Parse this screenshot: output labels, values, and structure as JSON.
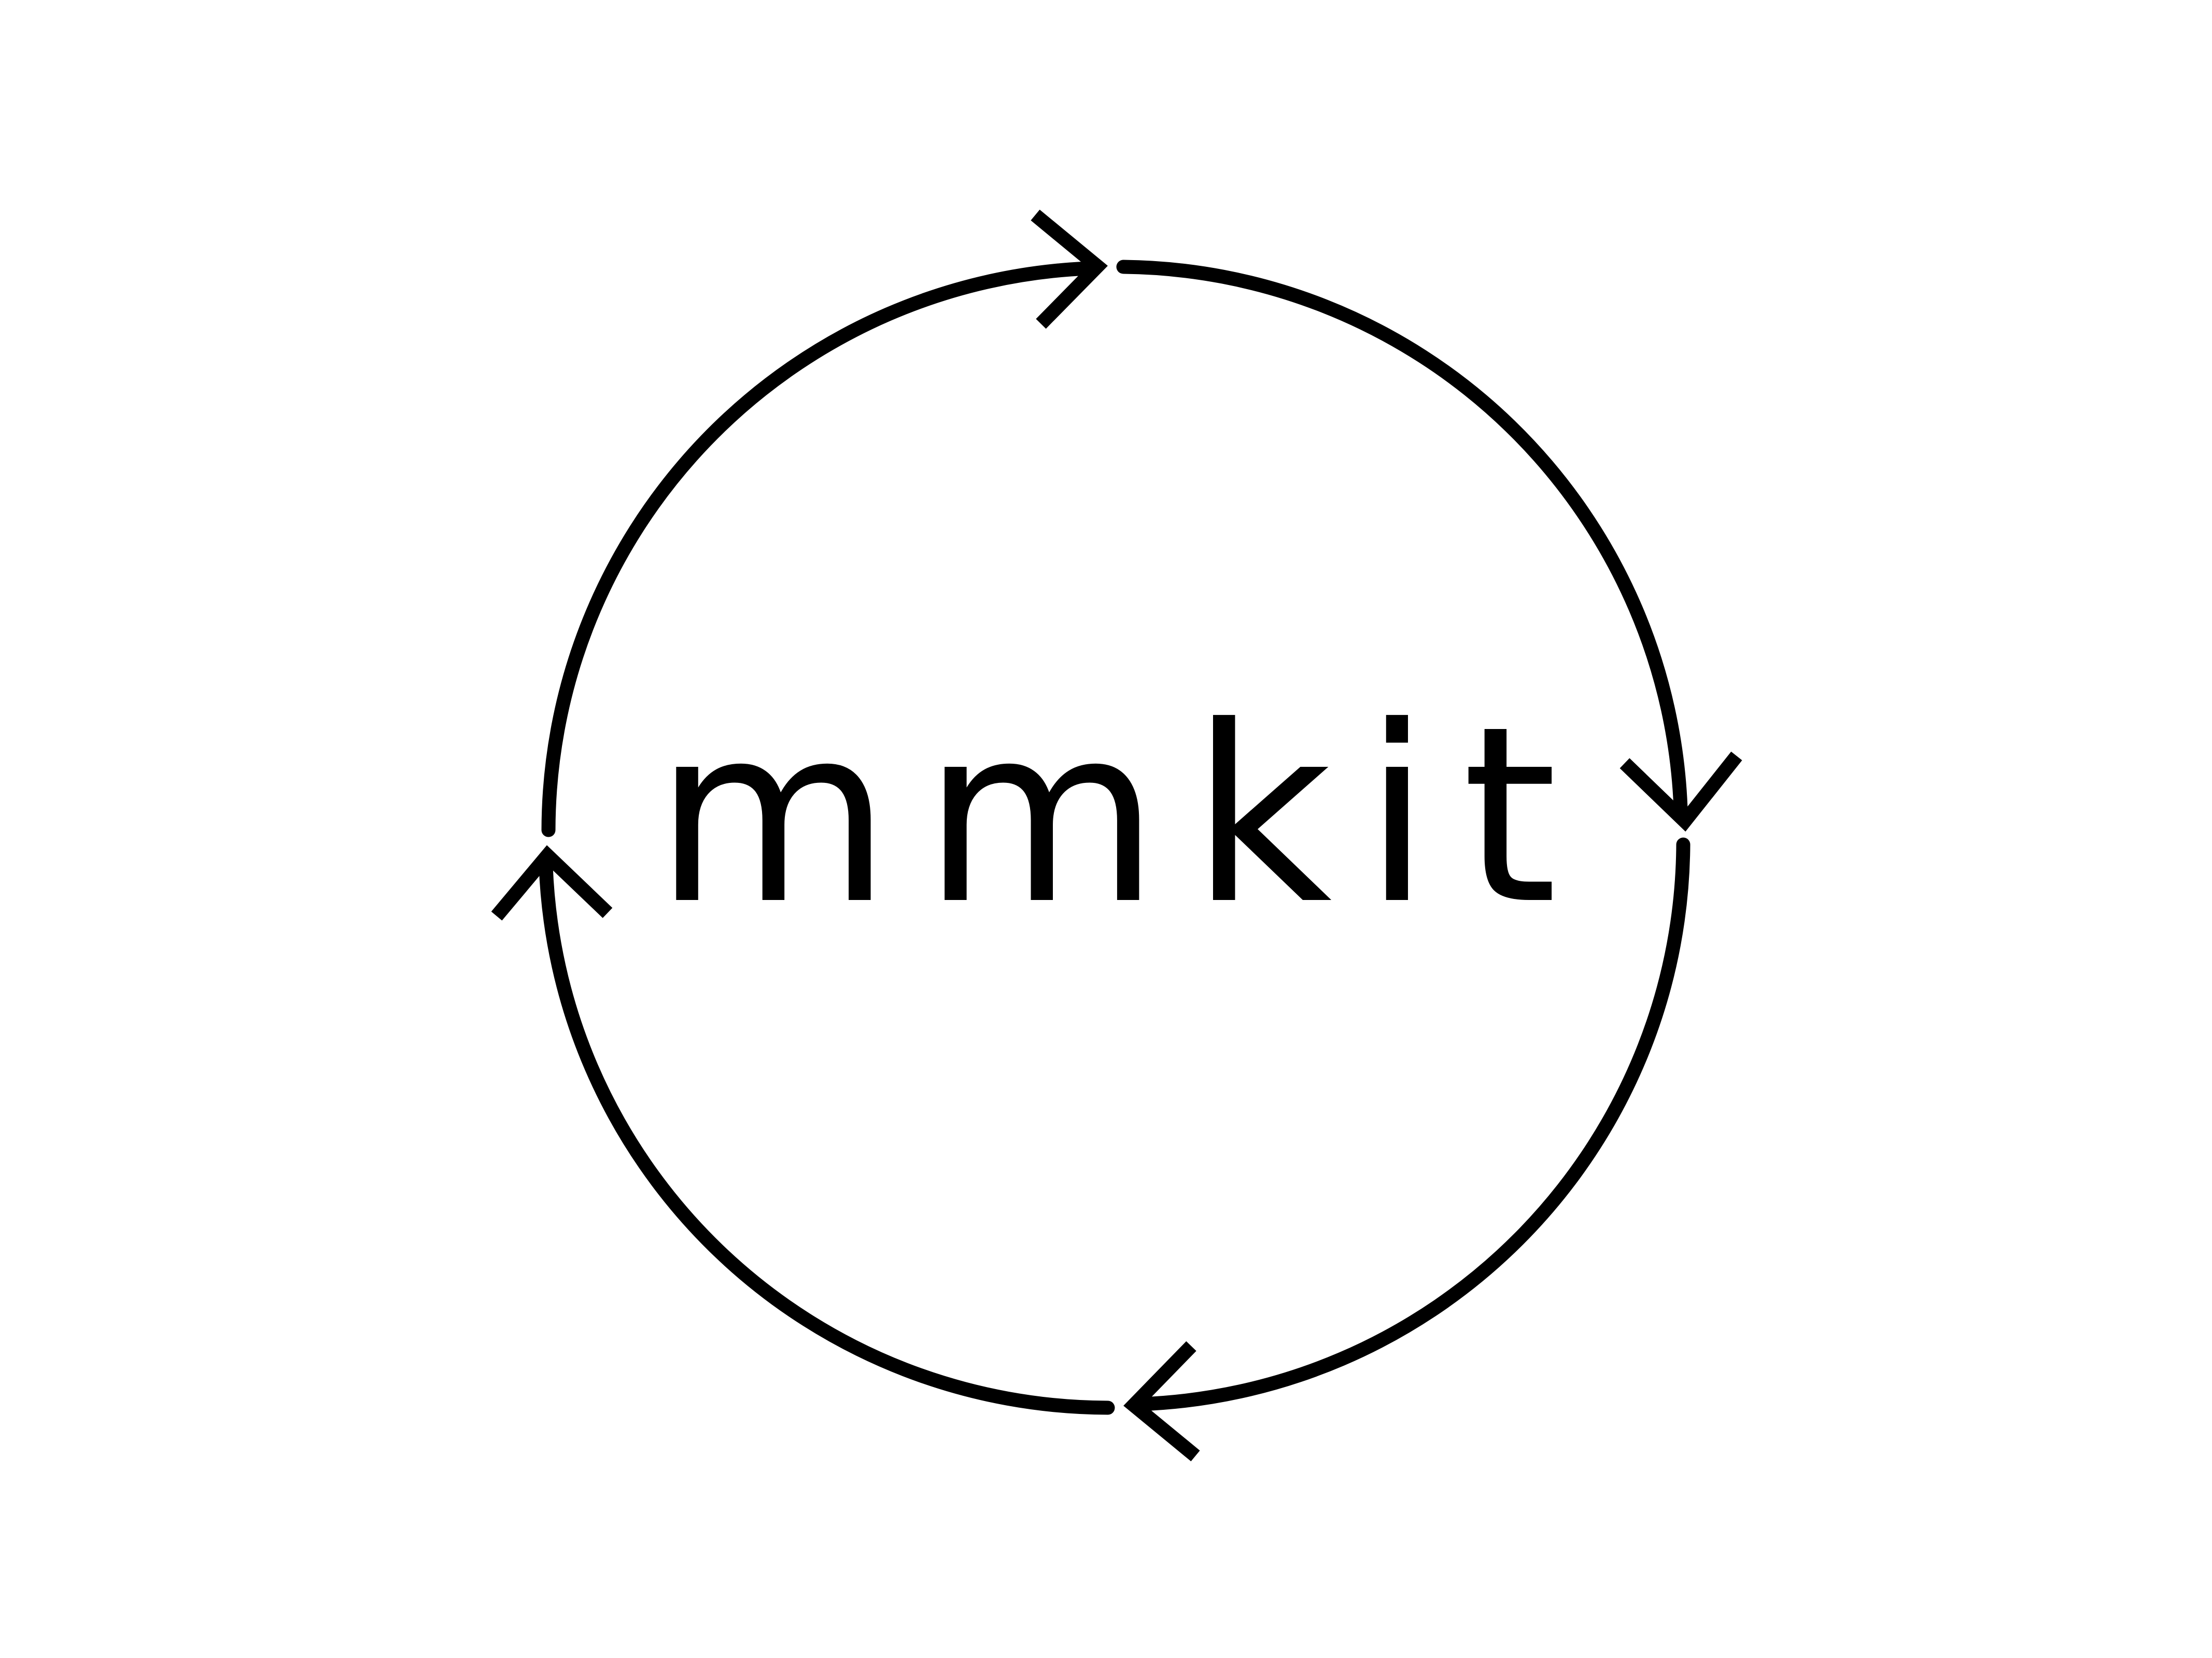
{
  "logo": {
    "wordmark": "mmkit",
    "ink_color": "#000000",
    "background_color": "#ffffff",
    "cycle": {
      "segments": 4,
      "direction": "clockwise",
      "arrow_icon": "chevron-arrow-icon"
    }
  }
}
